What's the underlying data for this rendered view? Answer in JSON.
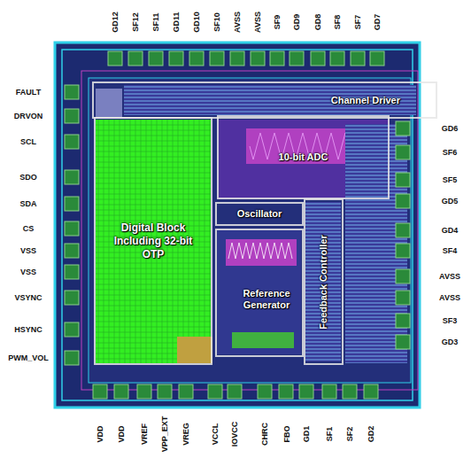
{
  "diagram": {
    "nodes": [
      {
        "text": [
          "Channel Driver"
        ]
      },
      {
        "text": [
          "10-bit ADC"
        ]
      },
      {
        "text": [
          "Digital Block Including 32-bit OTP"
        ]
      },
      {
        "text": [
          "Oscillator"
        ]
      },
      {
        "text": [
          "Reference Generator"
        ]
      },
      {
        "text": [
          "Feedback Controller"
        ]
      }
    ],
    "labels": [
      "GD12",
      "SF12",
      "SF11",
      "GD11",
      "GD10",
      "SF10",
      "AVSS",
      "AVSS",
      "SF9",
      "GD9",
      "GD8",
      "SF8",
      "SF7",
      "GD7",
      "FAULT",
      "DRVON",
      "SCL",
      "SDO",
      "SDA",
      "CS",
      "VSS",
      "VSS",
      "VSYNC",
      "HSYNC",
      "PWM_VOL",
      "GD6",
      "SF6",
      "SF5",
      "GD5",
      "GD4",
      "SF4",
      "AVSS",
      "AVSS",
      "SF3",
      "GD3",
      "VDD",
      "VDD",
      "VREF",
      "VPP_EXT",
      "VREG",
      "VCCL",
      "IOVCC",
      "CHRC",
      "FBO",
      "GD1",
      "SF1",
      "SF2",
      "GD2"
    ]
  }
}
